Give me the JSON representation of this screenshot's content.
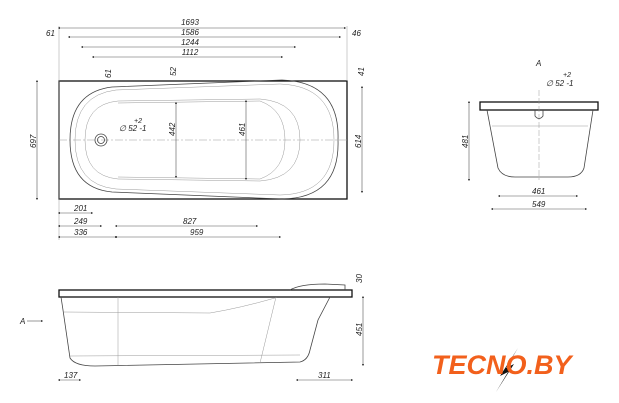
{
  "top_view": {
    "dims": {
      "overall_length": "1693",
      "inner_length": "1586",
      "d1244": "1244",
      "d1112": "1112",
      "left_offset": "61",
      "right_offset": "46",
      "rim_right": "41",
      "d52": "52",
      "d61": "61",
      "width": "697",
      "inner_width": "614",
      "d442": "442",
      "d461": "461",
      "d201": "201",
      "d249": "249",
      "d336": "336",
      "d827": "827",
      "d959": "959"
    },
    "drain_label": "∅ 52 -1",
    "drain_tol": "+2"
  },
  "end_view": {
    "label": "A",
    "drain_tol": "+2",
    "drain_label": "∅ 52 -1",
    "height": "481",
    "bottom_width": "461",
    "top_width": "549"
  },
  "side_view": {
    "view_arrow": "A",
    "rim": "30",
    "depth": "451",
    "left": "137",
    "right": "311"
  },
  "logo": {
    "text": "TECNO.BY",
    "accent": "#f2601c"
  }
}
